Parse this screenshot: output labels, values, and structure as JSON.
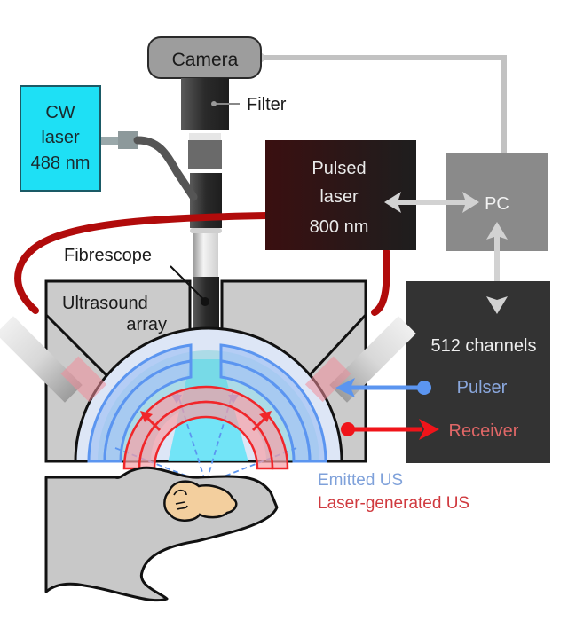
{
  "diagram": {
    "camera": {
      "label": "Camera"
    },
    "filter": {
      "label": "Filter"
    },
    "cw_laser": {
      "line1": "CW",
      "line2": "laser",
      "line3": "488 nm"
    },
    "pulsed_laser": {
      "line1": "Pulsed",
      "line2": "laser",
      "line3": "800 nm"
    },
    "pc": {
      "label": "PC"
    },
    "daq": {
      "channels": "512 channels",
      "pulser": "Pulser",
      "receiver": "Receiver"
    },
    "fibrescope": {
      "label": "Fibrescope"
    },
    "array": {
      "line1": "Ultrasound",
      "line2": "array"
    },
    "legend": {
      "emitted": "Emitted US",
      "laser_generated": "Laser-generated US"
    },
    "colors": {
      "cw_laser": "#1ee0f5",
      "pulsed_laser_from": "#3a0f10",
      "pulsed_laser_to": "#1e1e1e",
      "pc": "#8a8a8a",
      "daq": "#333333",
      "fiber_red": "#b10b0b",
      "emitted_blue": "#5b95f0",
      "laser_red": "#f0262a",
      "housing": "#cbcbcb",
      "connector": "#c8c8c8",
      "brain": "#f3cf9e"
    }
  }
}
